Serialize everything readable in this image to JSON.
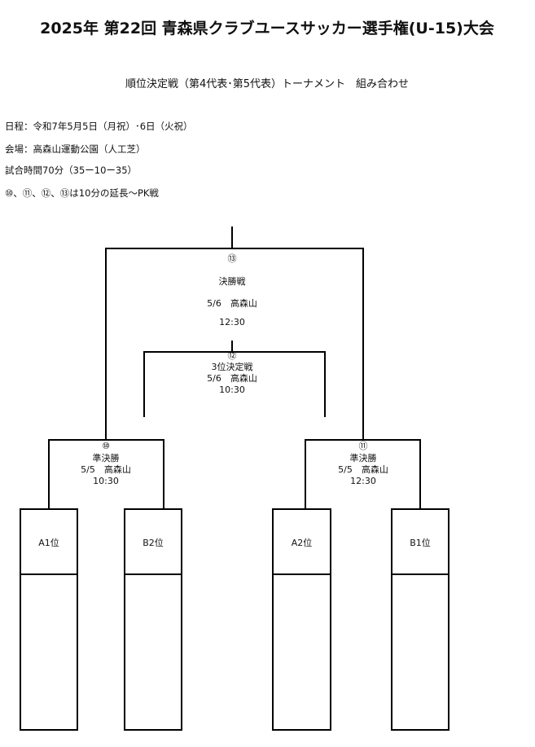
{
  "title": "2025年 第22回 青森県クラブユースサッカー選手権(U-15)大会",
  "subtitle": "順位決定戦（第4代表･第5代表）トーナメント　組み合わせ",
  "info": [
    "日程：令和7年5月5日（月祝）･6日（火祝）",
    "会場：高森山運動公園（人工芝）",
    "試合時間70分（35ー10ー35）",
    "⑩、⑪、⑫、⑬は10分の延長～PK戦"
  ],
  "matches": {
    "final": {
      "no": "⑬",
      "name": "決勝戦",
      "date_venue": "5/6　高森山",
      "time": "12:30"
    },
    "third": {
      "no": "⑫",
      "name": "3位決定戦",
      "date_venue": "5/6　高森山",
      "time": "10:30"
    },
    "semi1": {
      "no": "⑩",
      "name": "準決勝",
      "date_venue": "5/5　高森山",
      "time": "10:30"
    },
    "semi2": {
      "no": "⑪",
      "name": "準決勝",
      "date_venue": "5/5　高森山",
      "time": "12:30"
    }
  },
  "teams": [
    "A1位",
    "B2位",
    "A2位",
    "B1位"
  ]
}
